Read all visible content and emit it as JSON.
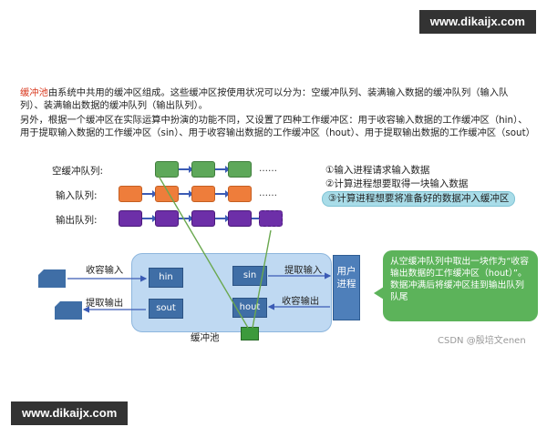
{
  "watermark": {
    "top": "www.dikaijx.com",
    "bottom": "www.dikaijx.com"
  },
  "paragraphs": {
    "p1_highlight": "缓冲池",
    "p1_rest": "由系统中共用的缓冲区组成。这些缓冲区按使用状况可以分为：空缓冲队列、装满输入数据的缓冲队列（输入队列）、装满输出数据的缓冲队列（输出队列）。",
    "p2": "另外，根据一个缓冲区在实际运算中扮演的功能不同，又设置了四种工作缓冲区：用于收容输入数据的工作缓冲区（hin）、用于提取输入数据的工作缓冲区（sin）、用于收容输出数据的工作缓冲区（hout）、用于提取输出数据的工作缓冲区（sout）"
  },
  "queues": {
    "empty": "空缓冲队列:",
    "input": "输入队列:",
    "output": "输出队列:",
    "ellipsis": "……"
  },
  "steps": {
    "s1": "①输入进程请求输入数据",
    "s2": "②计算进程想要取得一块输入数据",
    "s3": "③计算进程想要将准备好的数据冲入缓冲区"
  },
  "buffers": {
    "hin": "hin",
    "sin": "sin",
    "sout": "sout",
    "hout": "hout"
  },
  "labels": {
    "collect_input": "收容输入",
    "extract_input": "提取输入",
    "extract_output": "提取输出",
    "collect_output": "收容输出",
    "pool": "缓冲池",
    "user_process": "用户进程"
  },
  "callout": "从空缓冲队列中取出一块作为“收容输出数据的工作缓冲区（hout）”。数据冲满后将缓冲区挂到输出队列队尾",
  "credit": "CSDN @殷培文enen",
  "colors": {
    "empty": "#5ea85a",
    "input": "#ee7d3b",
    "output": "#6d2fa8",
    "buffer": "#3f6ea6",
    "pool": "#bfd9f2",
    "callout": "#5cb35a",
    "highlight": "#d9381e"
  }
}
